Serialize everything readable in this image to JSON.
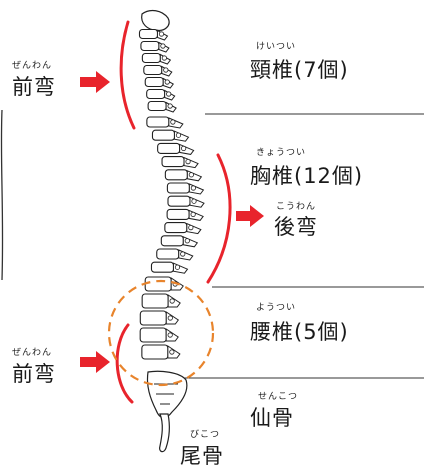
{
  "regions": {
    "cervical": {
      "ruby": "けいつい",
      "label": "頸椎(7個)"
    },
    "thoracic": {
      "ruby": "きょうつい",
      "label": "胸椎(12個)"
    },
    "lumbar": {
      "ruby": "ようつい",
      "label": "腰椎(5個)"
    },
    "sacrum": {
      "ruby": "せんこつ",
      "label": "仙骨"
    },
    "coccyx": {
      "ruby": "びこつ",
      "label": "尾骨"
    }
  },
  "curves": {
    "cervical_lordosis": {
      "ruby": "ぜんわん",
      "label": "前弯"
    },
    "thoracic_kyphosis": {
      "ruby": "こうわん",
      "label": "後弯"
    },
    "lumbar_lordosis": {
      "ruby": "ぜんわん",
      "label": "前弯"
    }
  },
  "colors": {
    "curve_line": "#e8242c",
    "arrow": "#e8242c",
    "highlight_circle": "#e8842c",
    "outline": "#222222"
  }
}
